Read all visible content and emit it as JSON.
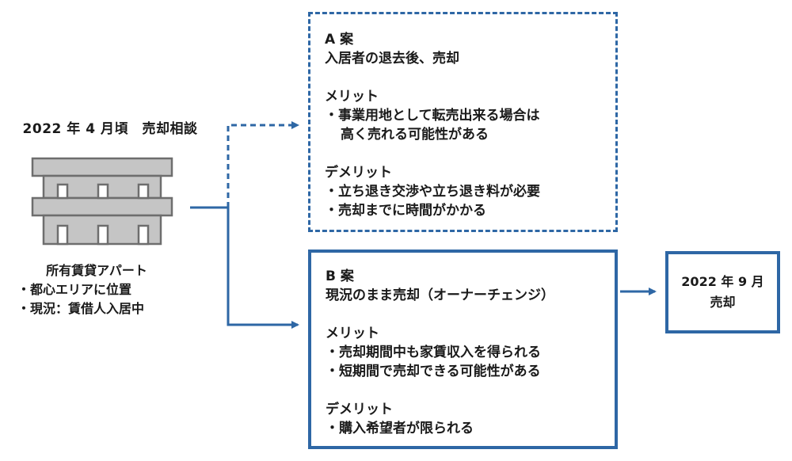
{
  "colors": {
    "accent": "#2e67a5",
    "building_fill": "#c5c5c5",
    "building_stroke": "#6e6e6e"
  },
  "source": {
    "title": "2022 年 4 月頃　売却相談",
    "icon": "apartment-building-icon",
    "name": "所有賃貸アパート",
    "bullets": [
      "・都心エリアに位置",
      "・現況：賃借人入居中"
    ]
  },
  "plan_a": {
    "label": "A 案",
    "summary": "入居者の退去後、売却",
    "merit_heading": "メリット",
    "merit_line1": "・事業用地として転売出来る場合は",
    "merit_line2": "高く売れる可能性がある",
    "demerit_heading": "デメリット",
    "demerit_items": [
      "・立ち退き交渉や立ち退き料が必要",
      "・売却までに時間がかかる"
    ]
  },
  "plan_b": {
    "label": "B 案",
    "summary": "現況のまま売却（オーナーチェンジ）",
    "merit_heading": "メリット",
    "merit_items": [
      "・売却期間中も家賃収入を得られる",
      "・短期間で売却できる可能性がある"
    ],
    "demerit_heading": "デメリット",
    "demerit_items": [
      "・購入希望者が限られる"
    ]
  },
  "result": {
    "date": "2022 年 9 月",
    "label": "売却"
  }
}
